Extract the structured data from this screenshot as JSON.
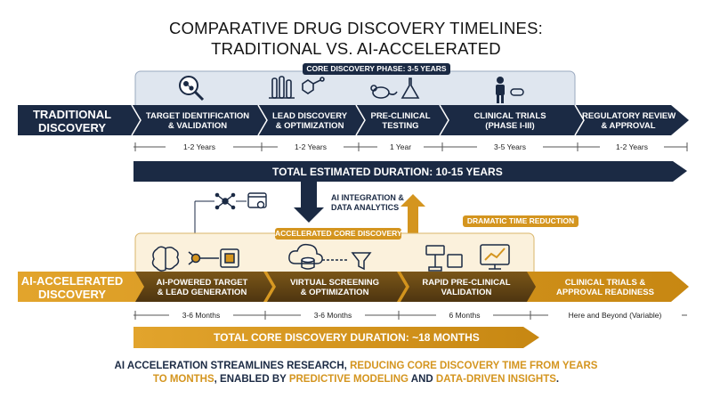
{
  "title": {
    "line1": "COMPARATIVE DRUG DISCOVERY TIMELINES:",
    "line2": "TRADITIONAL VS. AI-ACCELERATED"
  },
  "colors": {
    "navy": "#1b2a44",
    "gold": "#d4951f",
    "gold_dark": "#6b4a14",
    "panel_blue": "#dfe6ef",
    "panel_gold": "#fbf1dc"
  },
  "traditional": {
    "core_phase_label": "CORE DISCOVERY PHASE: 3-5 YEARS",
    "track_label_line1": "TRADITIONAL",
    "track_label_line2": "DISCOVERY",
    "stages": [
      {
        "line1": "TARGET IDENTIFICATION",
        "line2": "& VALIDATION",
        "duration": "1-2 Years",
        "icon": "magnifier-molecule-icon"
      },
      {
        "line1": "LEAD DISCOVERY",
        "line2": "& OPTIMIZATION",
        "duration": "1-2 Years",
        "icon": "test-tubes-molecule-icon"
      },
      {
        "line1": "PRE-CLINICAL",
        "line2": "TESTING",
        "duration": "1 Year",
        "icon": "mouse-flask-icon"
      },
      {
        "line1": "CLINICAL TRIALS",
        "line2": "(PHASE I-III)",
        "duration": "3-5 Years",
        "icon": "person-pill-icon"
      },
      {
        "line1": "REGULATORY REVIEW",
        "line2": "& APPROVAL",
        "duration": "1-2 Years",
        "icon": ""
      }
    ],
    "total": "TOTAL ESTIMATED DURATION: 10-15 YEARS"
  },
  "integration": {
    "line1": "AI INTEGRATION &",
    "line2": "DATA ANALYTICS"
  },
  "ai": {
    "time_reduction_label": "DRAMATIC TIME REDUCTION",
    "core_label": "ACCELERATED CORE DISCOVERY",
    "track_label_line1": "AI-ACCELERATED",
    "track_label_line2": "DISCOVERY",
    "stages": [
      {
        "line1": "AI-POWERED TARGET",
        "line2": "& LEAD GENERATION",
        "duration": "3-6 Months",
        "icon": "brain-network-chip-icon"
      },
      {
        "line1": "VIRTUAL SCREENING",
        "line2": "& OPTIMIZATION",
        "duration": "3-6 Months",
        "icon": "cloud-database-funnel-icon"
      },
      {
        "line1": "RAPID PRE-CLINICAL",
        "line2": "VALIDATION",
        "duration": "6 Months",
        "icon": "robot-arm-monitor-icon"
      },
      {
        "line1": "CLINICAL TRIALS &",
        "line2": "APPROVAL READINESS",
        "duration": "Here and Beyond (Variable)",
        "icon": ""
      }
    ],
    "total": "TOTAL CORE DISCOVERY DURATION: ~18 MONTHS"
  },
  "summary": {
    "l1a": "AI ACCELERATION STREAMLINES RESEARCH, ",
    "l1b": "REDUCING CORE DISCOVERY TIME FROM ",
    "l1c": "YEARS",
    "l2a": "TO MONTHS",
    "l2b": ", ENABLED BY ",
    "l2c": "PREDICTIVE MODELING",
    "l2d": " AND ",
    "l2e": "DATA-DRIVEN INSIGHTS",
    "l2f": "."
  }
}
